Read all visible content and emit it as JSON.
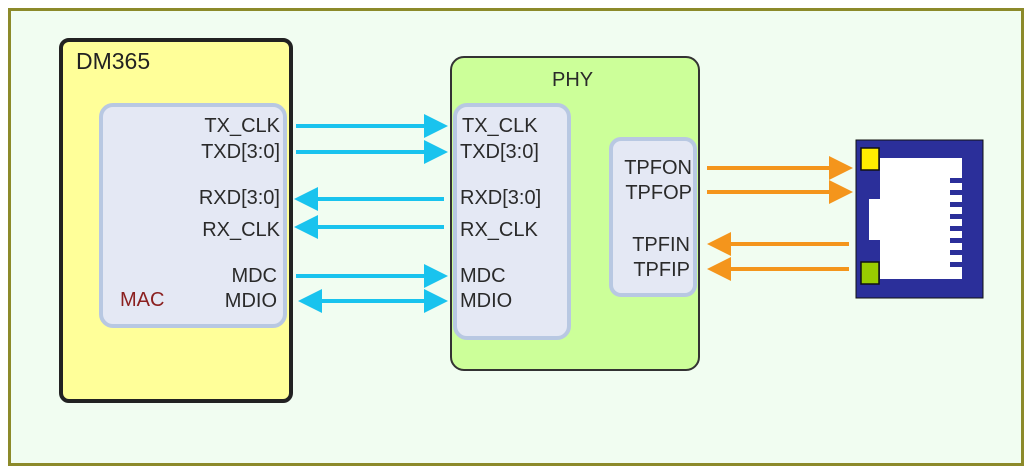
{
  "dm365": {
    "title": "DM365",
    "mac_label": "MAC",
    "signals": [
      "TX_CLK",
      "TXD[3:0]",
      "RXD[3:0]",
      "RX_CLK",
      "MDC",
      "MDIO"
    ]
  },
  "phy": {
    "title": "PHY",
    "mac_side": [
      "TX_CLK",
      "TXD[3:0]",
      "RXD[3:0]",
      "RX_CLK",
      "MDC",
      "MDIO"
    ],
    "line_side": [
      "TPFON",
      "TPFOP",
      "TPFIN",
      "TPFIP"
    ]
  },
  "colors": {
    "mii_arrow": "#19c3ee",
    "line_arrow": "#f4951c",
    "connector": "#2b2f9a",
    "led_top": "#ffee00",
    "led_bottom": "#99cc00"
  }
}
